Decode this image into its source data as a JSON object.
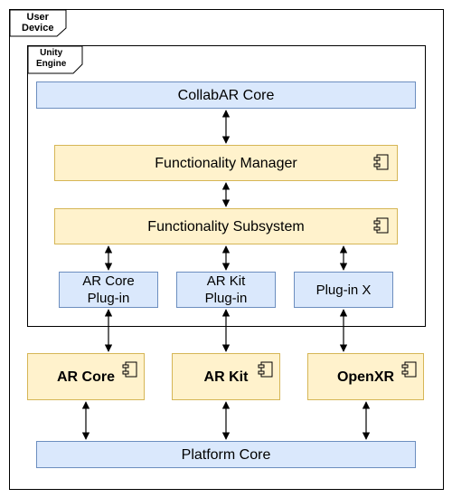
{
  "user_device": {
    "label_line1": "User",
    "label_line2": "Device"
  },
  "unity_engine": {
    "label_line1": "Unity",
    "label_line2": "Engine"
  },
  "nodes": {
    "collabar_core": "CollabAR Core",
    "functionality_manager": "Functionality Manager",
    "functionality_subsystem": "Functionality Subsystem",
    "arcore_plugin": "AR Core\nPlug-in",
    "arkit_plugin": "AR Kit\nPlug-in",
    "plugin_x": "Plug-in X",
    "ar_core": "AR Core",
    "ar_kit": "AR Kit",
    "openxr": "OpenXR",
    "platform_core": "Platform Core"
  },
  "icons": {
    "component": "component-icon"
  },
  "colors": {
    "blue_fill": "#dae8fc",
    "blue_stroke": "#6c8ebf",
    "yellow_fill": "#fff2cc",
    "yellow_stroke": "#d6b656"
  }
}
